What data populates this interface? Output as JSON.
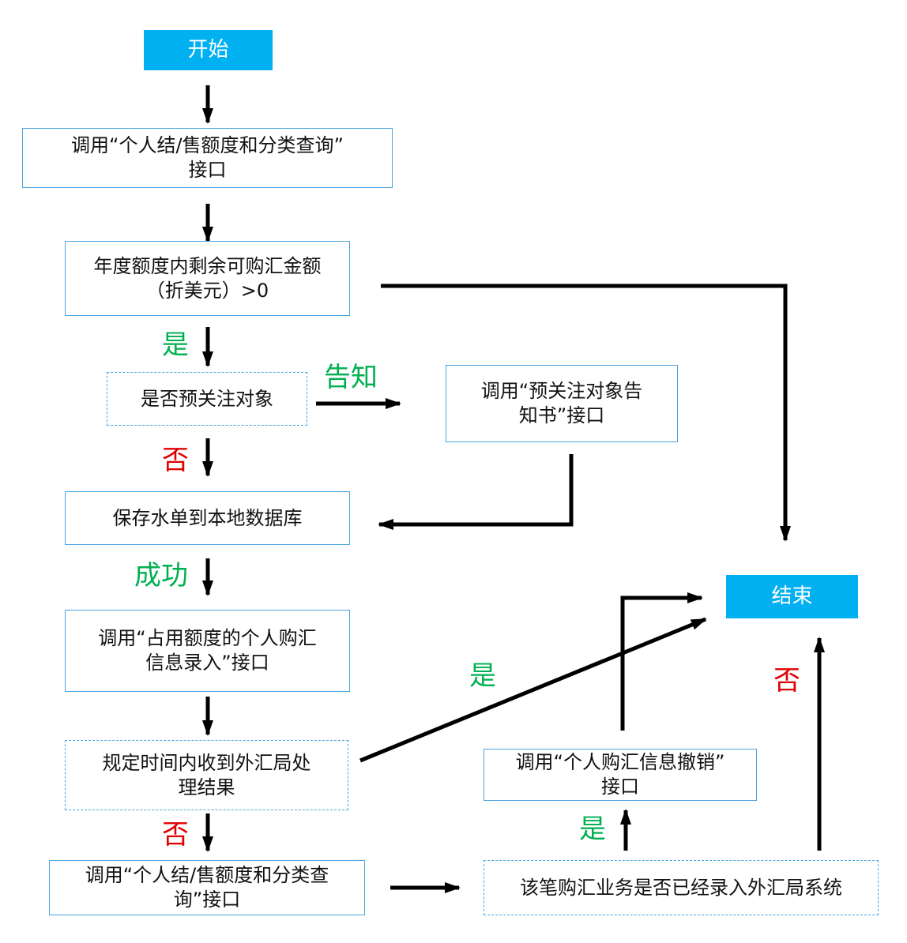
{
  "nodes": {
    "start": "开始",
    "query1": [
      "调用“个人结/售额度和分类查询”",
      "接口"
    ],
    "remaining": [
      "年度额度内剩余可购汇金额",
      "（折美元）>0"
    ],
    "watch": "是否预关注对象",
    "notice": [
      "调用“预关注对象告",
      "知书”接口"
    ],
    "save": "保存水单到本地数据库",
    "record": [
      "调用“占用额度的个人购汇",
      "信息录入”接口"
    ],
    "result": [
      "规定时间内收到外汇局处",
      "理结果"
    ],
    "query2": [
      "调用“个人结/售额度和分类查",
      "询”接口"
    ],
    "revoke": [
      "调用“个人购汇信息撤销”",
      "接口"
    ],
    "entered": "该笔购汇业务是否已经录入外汇局系统",
    "end": "结束"
  },
  "labels": {
    "yes_remaining": "是",
    "notify": "告知",
    "no_watch": "否",
    "success": "成功",
    "yes_result": "是",
    "no_result": "否",
    "yes_entered": "是",
    "no_entered": "否"
  },
  "colors": {
    "terminal_fill": "#00b0f0",
    "box_border": "#4aa3df",
    "yes_label": "#00b050",
    "no_label": "#e00000",
    "arrow": "#000000"
  }
}
